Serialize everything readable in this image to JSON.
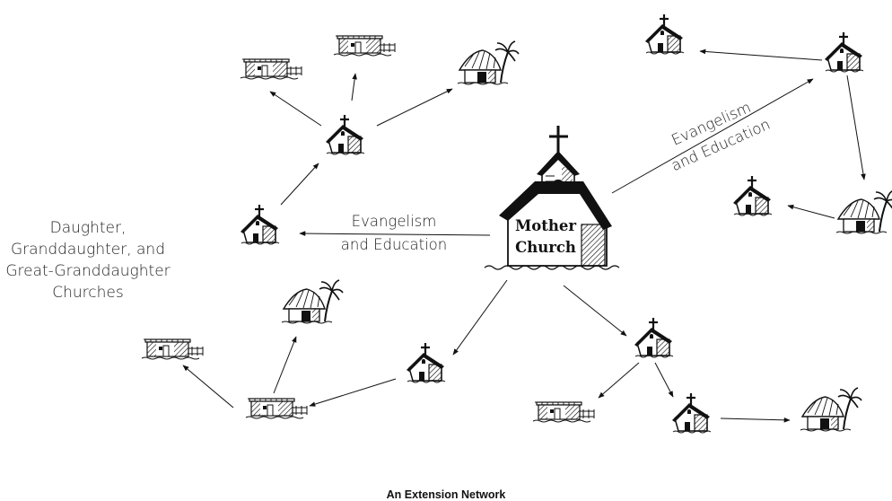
{
  "labels": {
    "side_line1": "Daughter,",
    "side_line2": "Granddaughter, and",
    "side_line3": "Great-Granddaughter",
    "side_line4": "Churches",
    "evangelism_west_line1": "Evangelism",
    "evangelism_west_line2": "and Education",
    "evangelism_ne_line1": "Evangelism",
    "evangelism_ne_line2": "and Education",
    "mother_line1": "Mother",
    "mother_line2": "Church",
    "caption": "An Extension Network"
  }
}
